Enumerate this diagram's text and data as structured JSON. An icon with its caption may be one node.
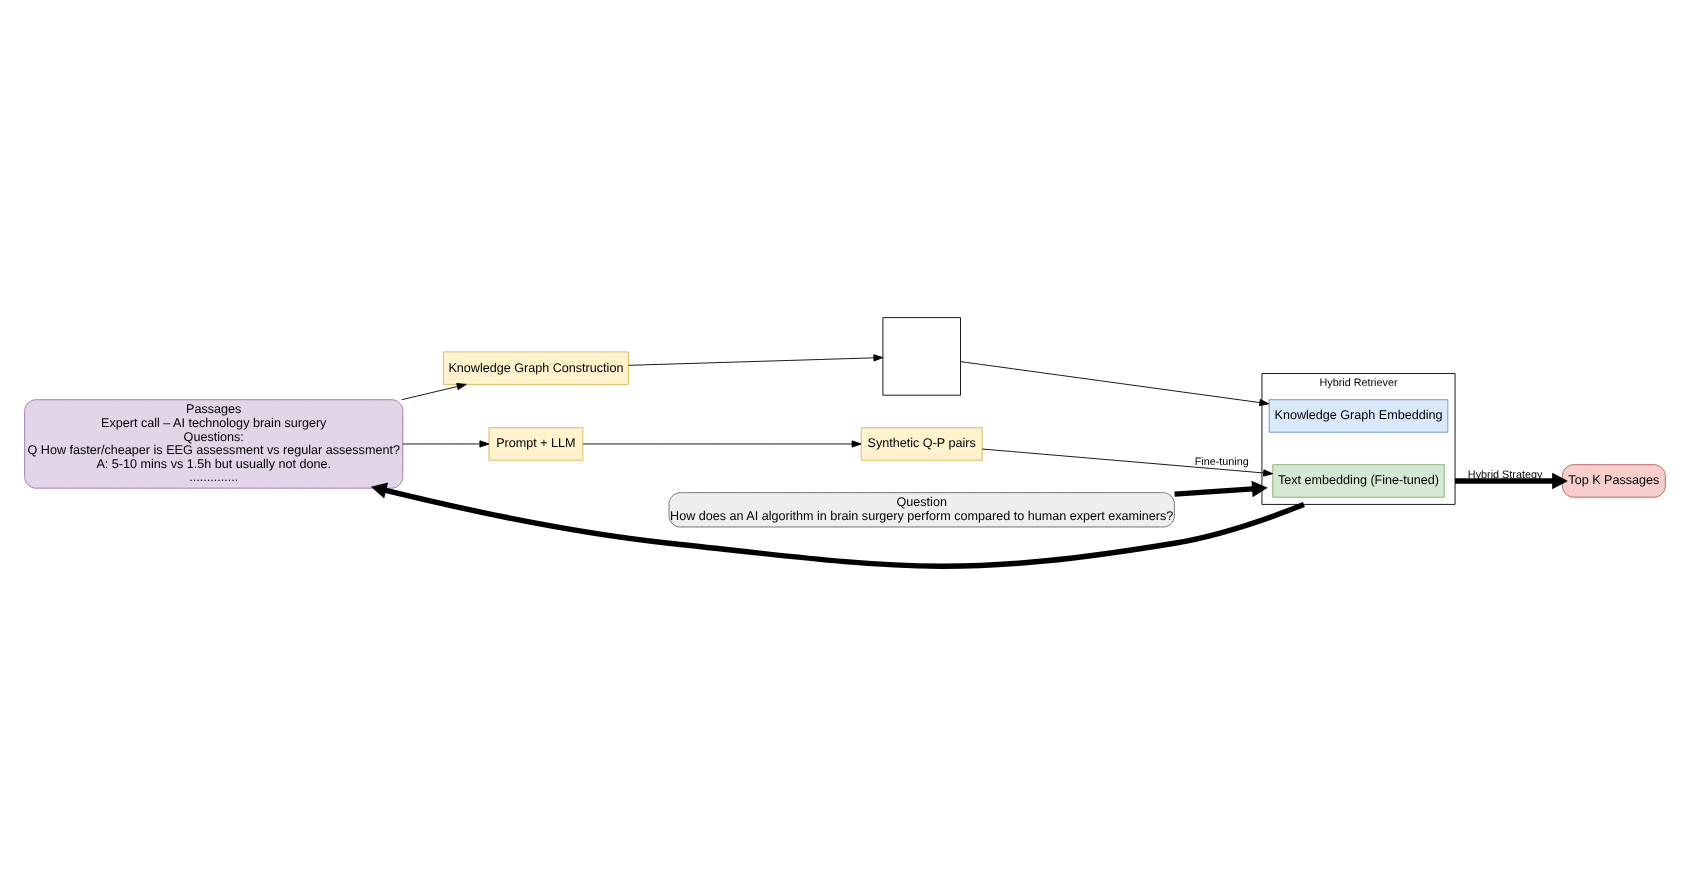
{
  "diagram": {
    "nodes": [
      {
        "text": [
          "Passages",
          "Expert call – AI technology brain surgery",
          "Questions:",
          "Q How faster/cheaper is EEG assessment vs regular assessment?",
          "A: 5-10 mins vs 1.5h but usually not done.",
          ".............."
        ]
      },
      {
        "text": [
          "Question",
          "How does an AI algorithm in brain surgery perform compared to human expert examiners?"
        ]
      },
      {
        "text": [
          "Prompt + LLM"
        ]
      },
      {
        "text": [
          "Synthetic Q-P pairs"
        ]
      },
      {
        "text": [
          "Knowledge Graph Construction"
        ]
      },
      {
        "text": [],
        "shape": "box"
      },
      {
        "text": [
          "Hybrid Retriever"
        ]
      },
      {
        "text": [
          "Text embedding (Fine-tuned)"
        ],
        "in": 6
      },
      {
        "text": [
          "Knowledge Graph Embedding"
        ],
        "in": 6
      },
      {
        "text": [
          "Top K Passages"
        ]
      }
    ],
    "edges": [
      {
        "from": 1,
        "to": 6,
        "arrow": "to",
        "style": "thick"
      },
      {
        "from": 6,
        "to": 0,
        "arrow": "to",
        "style": "thick"
      },
      {
        "from": 0,
        "to": 2,
        "arrow": "to"
      },
      {
        "from": 0,
        "to": 4,
        "arrow": "to"
      },
      {
        "from": 2,
        "to": 3,
        "arrow": "to"
      },
      {
        "from": 3,
        "to": 7,
        "arrow": "to",
        "label": "Fine-tuning"
      },
      {
        "from": 4,
        "to": 5,
        "arrow": "to"
      },
      {
        "from": 5,
        "to": 8,
        "arrow": "to"
      },
      {
        "from": 6,
        "to": 9,
        "arrow": "to",
        "style": "thick",
        "label": "Hybrid Strategy"
      }
    ]
  }
}
